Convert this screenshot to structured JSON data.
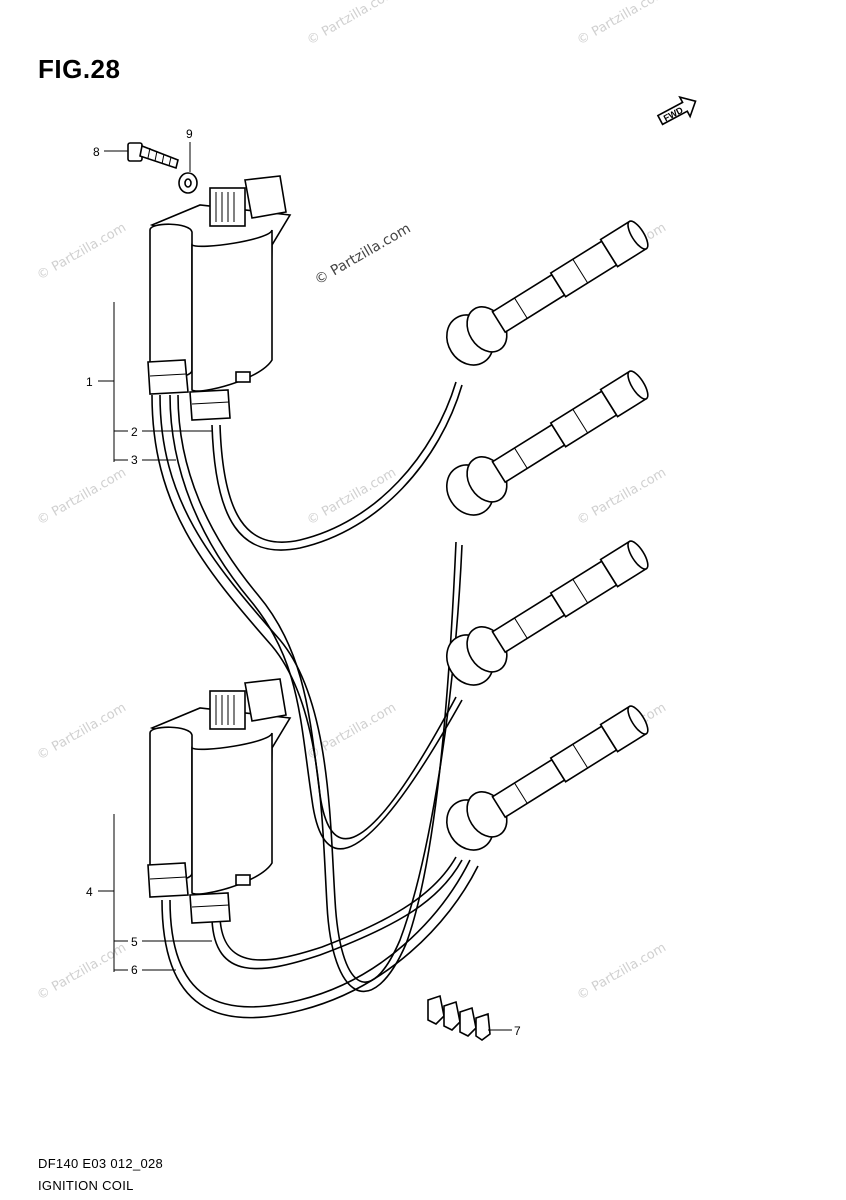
{
  "figure": {
    "title": "FIG.28",
    "code": "DF140 E03 012_028",
    "name": "IGNITION COIL",
    "direction_badge": "FWD"
  },
  "watermark": {
    "text": "© Partzilla.com",
    "center_text": "© Partzilla.com"
  },
  "callouts": {
    "n1": "1",
    "n2": "2",
    "n3": "3",
    "n4": "4",
    "n5": "5",
    "n6": "6",
    "n7": "7",
    "n8": "8",
    "n9": "9"
  }
}
